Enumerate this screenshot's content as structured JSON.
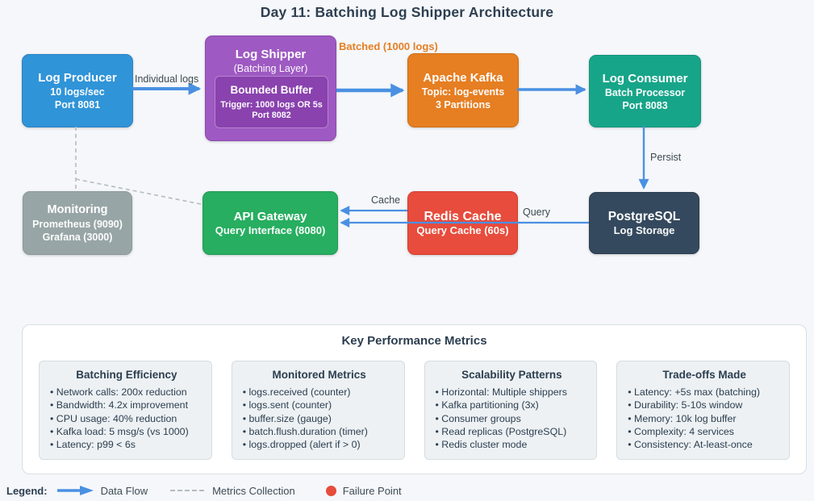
{
  "title": "Day 11: Batching Log Shipper Architecture",
  "colors": {
    "arrow": "#4a90e2",
    "dashed": "#b3bcc0",
    "producer": "#3094d8",
    "shipper": "#9e59c2",
    "buffer": "#8a42ae",
    "kafka": "#e67e22",
    "consumer": "#17a589",
    "monitoring": "#98a5a6",
    "api_gateway": "#27ae60",
    "redis": "#e74c3c",
    "postgres": "#34495e",
    "batched_label": "#e67e22",
    "failure_point": "#e74c3c",
    "heading_text": "#2c3e50"
  },
  "nodes": {
    "producer": {
      "title": "Log Producer",
      "line1": "10 logs/sec",
      "line2": "Port 8081"
    },
    "shipper": {
      "title": "Log Shipper",
      "subtitle": "(Batching Layer)"
    },
    "buffer": {
      "title": "Bounded Buffer",
      "line1": "Trigger: 1000 logs OR 5s",
      "line2": "Port 8082"
    },
    "kafka": {
      "title": "Apache Kafka",
      "line1": "Topic: log-events",
      "line2": "3 Partitions"
    },
    "consumer": {
      "title": "Log Consumer",
      "line1": "Batch Processor",
      "line2": "Port 8083"
    },
    "monitoring": {
      "title": "Monitoring",
      "line1": "Prometheus (9090)",
      "line2": "Grafana (3000)"
    },
    "api_gateway": {
      "title": "API Gateway",
      "line1": "Query Interface (8080)"
    },
    "redis": {
      "title": "Redis Cache",
      "line1": "Query Cache (60s)"
    },
    "postgres": {
      "title": "PostgreSQL",
      "line1": "Log Storage"
    }
  },
  "edge_labels": {
    "individual_logs": "Individual logs",
    "batched": "Batched (1000 logs)",
    "persist": "Persist",
    "cache": "Cache",
    "query": "Query"
  },
  "metrics_panel": {
    "title": "Key Performance Metrics",
    "cards": [
      {
        "heading": "Batching Efficiency",
        "items": [
          "Network calls: 200x reduction",
          "Bandwidth: 4.2x improvement",
          "CPU usage: 40% reduction",
          "Kafka load: 5 msg/s (vs 1000)",
          "Latency: p99 < 6s"
        ]
      },
      {
        "heading": "Monitored Metrics",
        "items": [
          "logs.received (counter)",
          "logs.sent (counter)",
          "buffer.size (gauge)",
          "batch.flush.duration (timer)",
          "logs.dropped (alert if > 0)"
        ]
      },
      {
        "heading": "Scalability Patterns",
        "items": [
          "Horizontal: Multiple shippers",
          "Kafka partitioning (3x)",
          "Consumer groups",
          "Read replicas (PostgreSQL)",
          "Redis cluster mode"
        ]
      },
      {
        "heading": "Trade-offs Made",
        "items": [
          "Latency: +5s max (batching)",
          "Durability: 5-10s window",
          "Memory: 10k log buffer",
          "Complexity: 4 services",
          "Consistency: At-least-once"
        ]
      }
    ]
  },
  "legend": {
    "label": "Legend:",
    "data_flow": "Data Flow",
    "metrics_collection": "Metrics Collection",
    "failure_point": "Failure Point"
  }
}
